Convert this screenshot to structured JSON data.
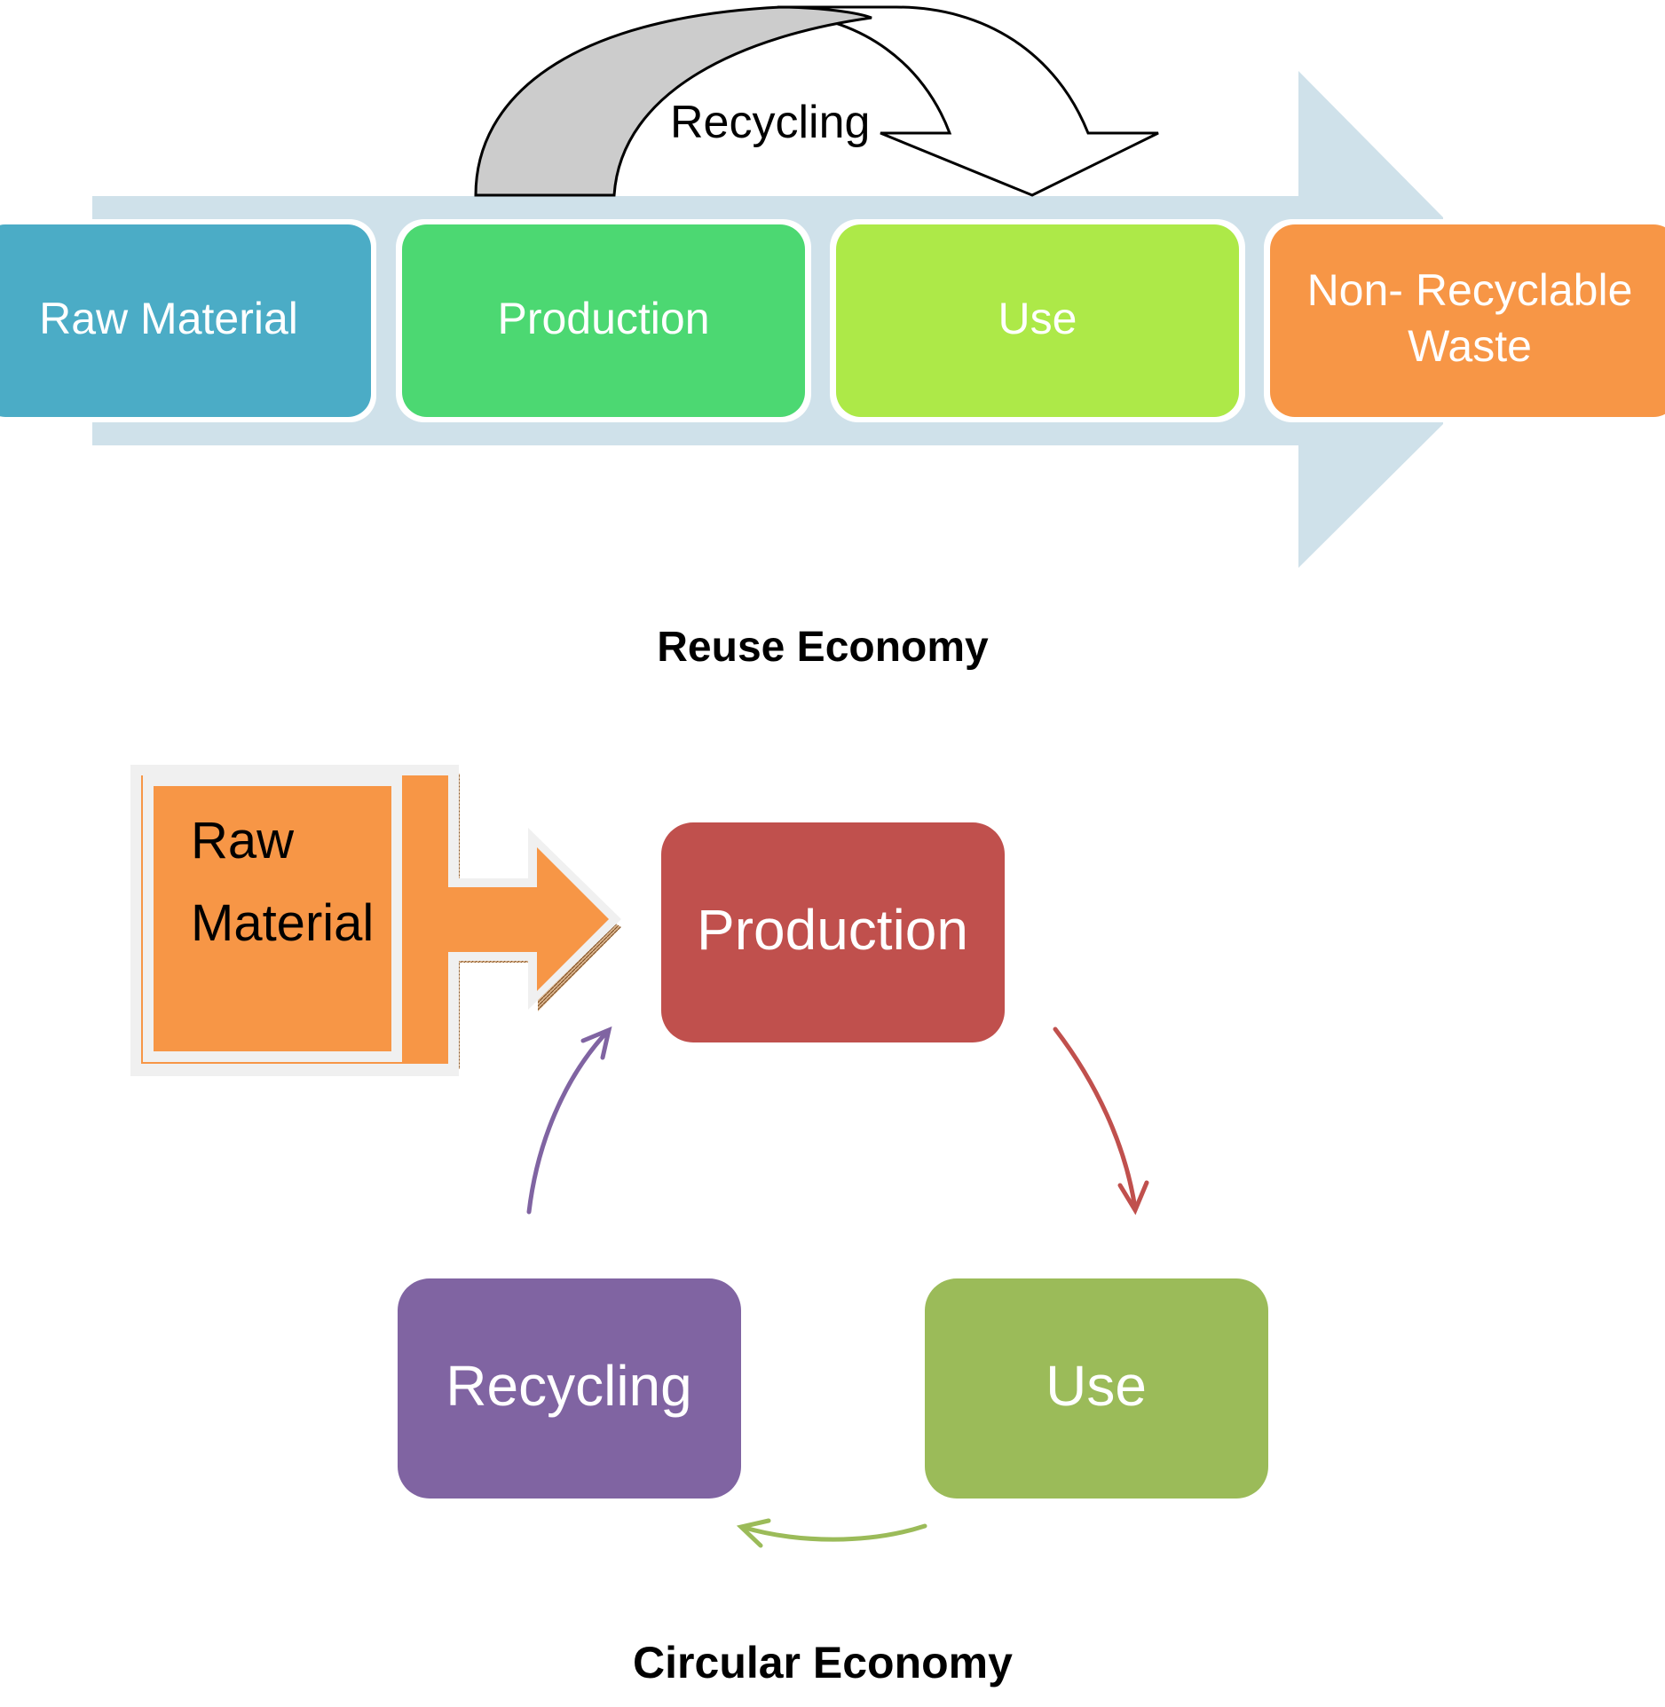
{
  "reuse_economy": {
    "title": "Reuse Economy",
    "recycling_arrow_label": "Recycling",
    "steps": [
      {
        "label_lines": [
          "Raw Material"
        ],
        "color": "#4BACC6"
      },
      {
        "label_lines": [
          "Production"
        ],
        "color": "#4CD872"
      },
      {
        "label_lines": [
          "Use"
        ],
        "color": "#ADE948"
      },
      {
        "label_lines": [
          "Non- Recyclable",
          "Waste"
        ],
        "color": "#F79646"
      }
    ],
    "flow_arrow_color": "#CFE1EA",
    "recycling_arrow_fill": "#CCCCCC"
  },
  "circular_economy": {
    "title": "Circular Economy",
    "raw_material": {
      "label_lines": [
        "Raw",
        "Material"
      ],
      "color": "#F79646"
    },
    "nodes": {
      "production": {
        "label": "Production",
        "color": "#C0504D"
      },
      "use": {
        "label": "Use",
        "color": "#9BBB59"
      },
      "recycling": {
        "label": "Recycling",
        "color": "#8064A2"
      }
    },
    "cycle_arrows": {
      "production_to_use": "#C0504D",
      "use_to_recycling": "#9BBB59",
      "recycling_to_production": "#8064A2"
    }
  }
}
